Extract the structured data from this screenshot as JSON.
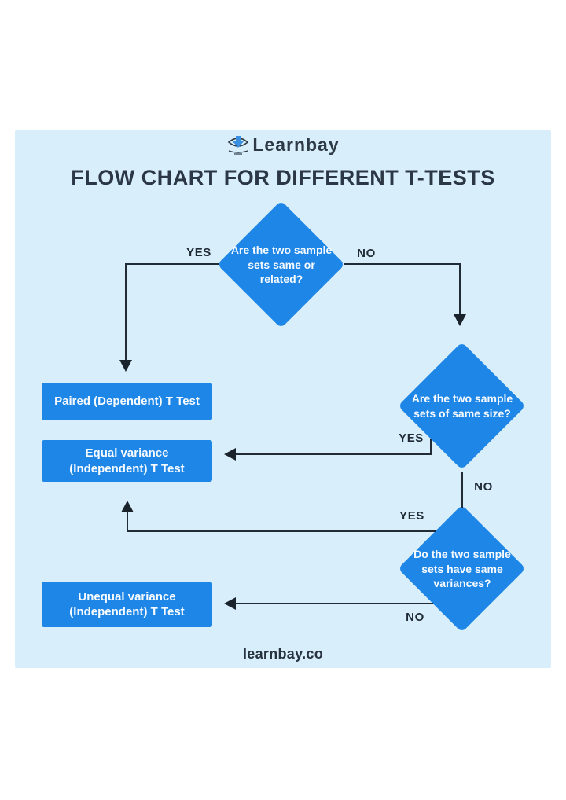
{
  "colors": {
    "panel_bg": "#d8eefa",
    "node_blue": "#1e86e6",
    "ink": "#243140",
    "node_text": "#ffffff"
  },
  "header": {
    "logo_text": "Learnbay",
    "logo_icon": "learnbay-down-arrow-icon",
    "title": "FLOW CHART FOR DIFFERENT T-TESTS"
  },
  "flowchart": {
    "decision1": {
      "text": "Are the two sample sets same or related?",
      "yes_label": "YES",
      "no_label": "NO"
    },
    "decision2": {
      "text": "Are the two sample sets of same size?",
      "yes_label": "YES",
      "no_label": "NO"
    },
    "decision3": {
      "text": "Do the two sample sets have same variances?",
      "yes_label": "YES",
      "no_label": "NO"
    },
    "result_paired": {
      "text": "Paired (Dependent) T Test"
    },
    "result_equal": {
      "line1": "Equal variance",
      "line2": "(Independent) T Test"
    },
    "result_unequal": {
      "line1": "Unequal variance",
      "line2": "(Independent) T Test"
    }
  },
  "footer": {
    "site": "learnbay.co"
  }
}
